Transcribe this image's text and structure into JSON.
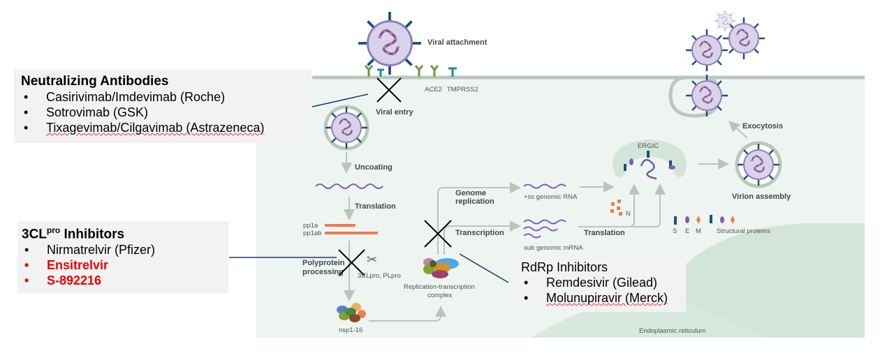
{
  "labels": {
    "viral_attachment": "Viral attachment",
    "ace2": "ACE2",
    "tmprss2": "TMPRSS2",
    "viral_entry": "Viral entry",
    "uncoating": "Uncoating",
    "translation1": "Translation",
    "pp1a": "pp1a",
    "pp1ab": "pp1ab",
    "polyprotein_1": "Polyprotein",
    "polyprotein_2": "processing",
    "proteases": "3CLpro, PLpro",
    "nsp": "nsp1-16",
    "rtc_1": "Replication-transcription",
    "rtc_2": "complex",
    "genome_replication_1": "Genome",
    "genome_replication_2": "replication",
    "transcription": "Transcription",
    "ss_rna": "+ss genomic RNA",
    "sub_mrna": "sub genomic mRNA",
    "translation2": "Translation",
    "n": "N",
    "ergic": "ERGIC",
    "virion_assembly": "Virion assembly",
    "exocytosis": "Exocytosis",
    "s": "S",
    "e": "E",
    "m": "M",
    "structural_proteins": "Structural proteins",
    "er": "Endoplasmic reticulum"
  },
  "neutralizing": {
    "title": "Neutralizing Antibodies",
    "items": [
      "Casirivimab/Imdevimab (Roche)",
      "Sotrovimab (GSK)",
      "Tixagevimab/Cilgavimab (Astrazeneca)"
    ]
  },
  "clpro": {
    "title_main": "3CL",
    "title_sup": "pro",
    "title_rest": " Inhibitors",
    "items": [
      "Nirmatrelvir (Pfizer)",
      "Ensitrelvir",
      "S-892216"
    ]
  },
  "rdrp": {
    "title": "RdRp Inhibitors",
    "items": [
      "Remdesivir (Gilead)",
      "Molunupiravir (Merck)"
    ]
  },
  "colors": {
    "cell": "#eef5f0",
    "membrane": "#b9c8bd",
    "highlight": "#ee0000",
    "arrow": "#b8c4bc"
  }
}
